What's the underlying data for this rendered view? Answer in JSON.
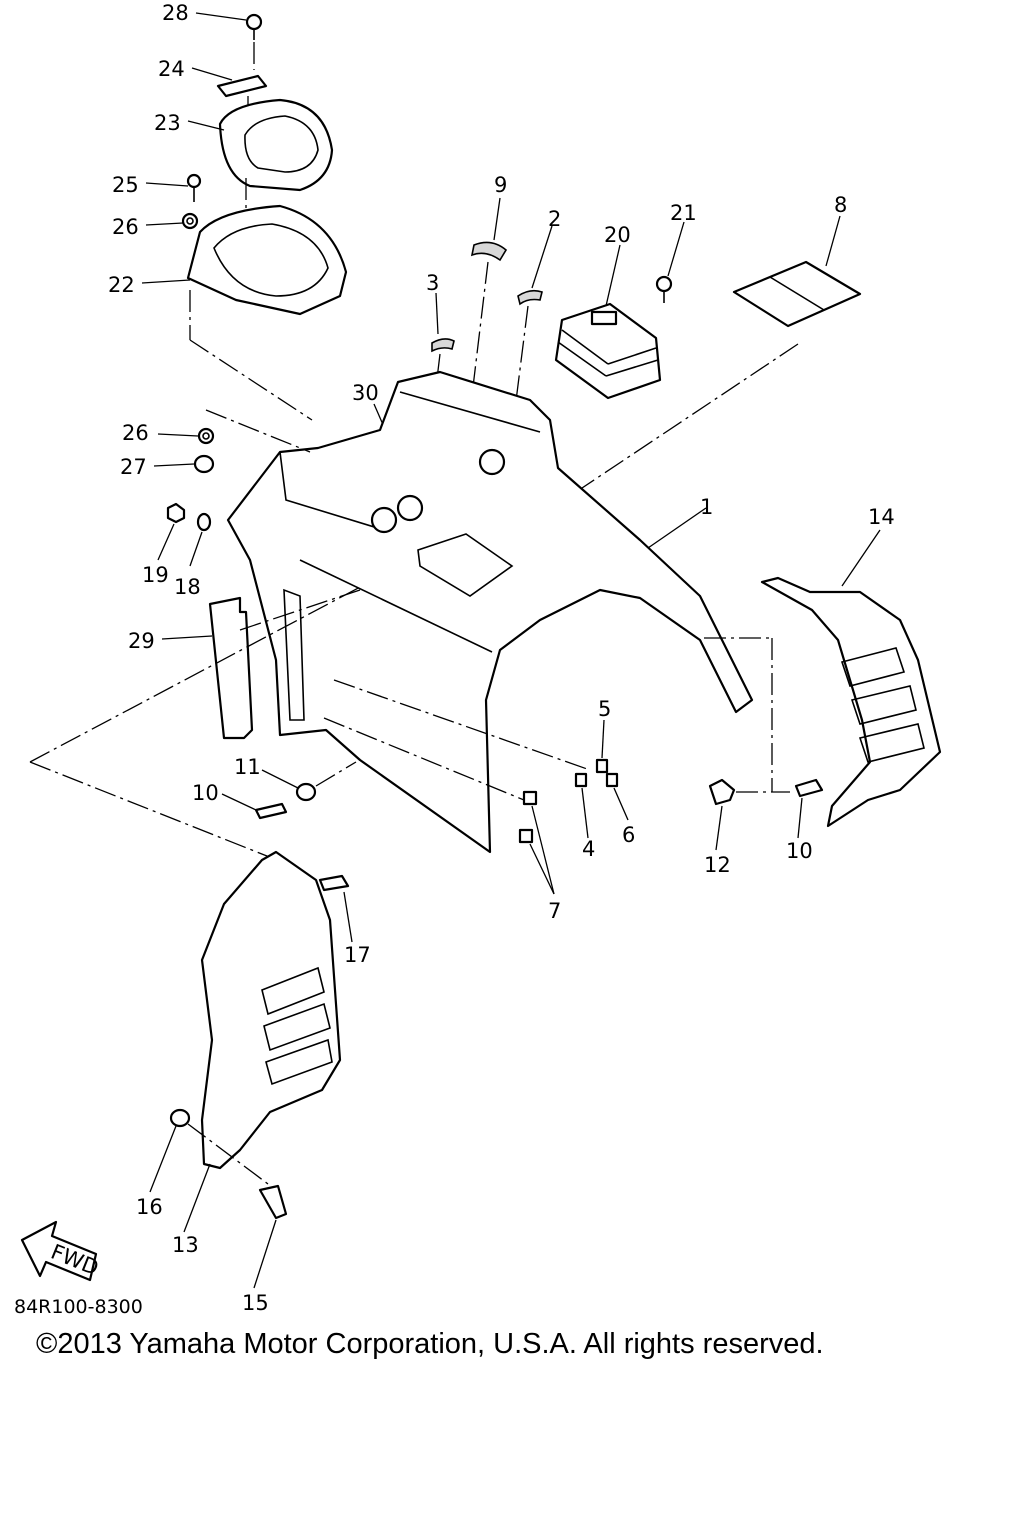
{
  "diagram": {
    "drawing_number": "84R100-8300",
    "direction_label": "FWD",
    "copyright": "©2013 Yamaha Motor Corporation, U.S.A. All rights reserved."
  },
  "callouts": {
    "n1": "1",
    "n2": "2",
    "n3": "3",
    "n4": "4",
    "n5": "5",
    "n6": "6",
    "n7": "7",
    "n8": "8",
    "n9": "9",
    "n10a": "10",
    "n10b": "10",
    "n11": "11",
    "n12": "12",
    "n13": "13",
    "n14": "14",
    "n15": "15",
    "n16": "16",
    "n17": "17",
    "n18": "18",
    "n19": "19",
    "n20": "20",
    "n21": "21",
    "n22": "22",
    "n23": "23",
    "n24": "24",
    "n25": "25",
    "n26a": "26",
    "n26b": "26",
    "n27": "27",
    "n28": "28",
    "n29": "29",
    "n30": "30"
  }
}
